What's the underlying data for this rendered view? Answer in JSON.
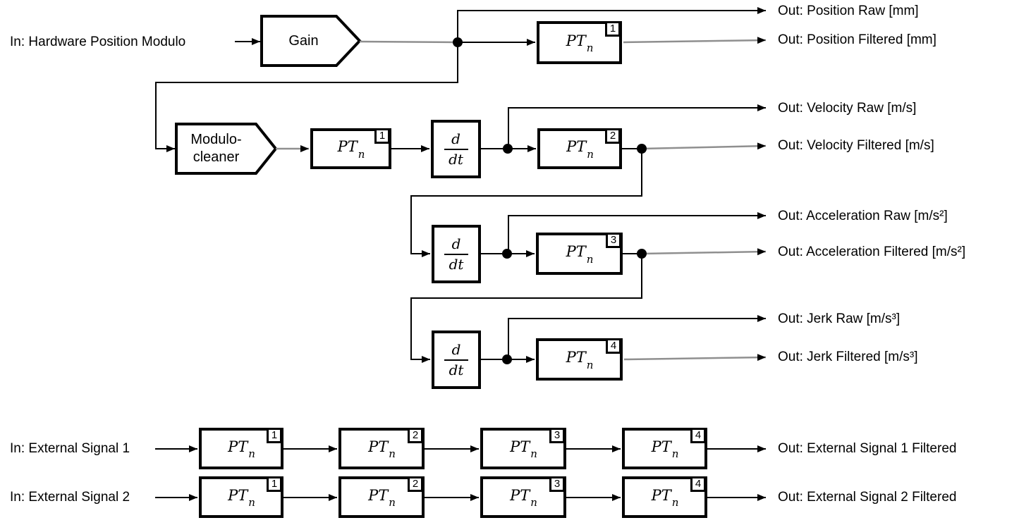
{
  "diagram": {
    "inputs": [
      {
        "label": "In: Hardware Position Modulo"
      },
      {
        "label": "In: External Signal 1"
      },
      {
        "label": "In: External Signal 2"
      }
    ],
    "outputs": [
      "Out: Position Raw [mm]",
      "Out: Position Filtered [mm]",
      "Out: Velocity Raw [m/s]",
      "Out: Velocity Filtered [m/s]",
      "Out: Acceleration Raw [m/s²]",
      "Out: Acceleration Filtered [m/s²]",
      "Out: Jerk Raw [m/s³]",
      "Out: Jerk Filtered [m/s³]",
      "Out: External Signal 1 Filtered",
      "Out: External Signal 2 Filtered"
    ],
    "blocks": {
      "gain_label": "Gain",
      "modulo_line1": "Modulo-",
      "modulo_line2": "cleaner",
      "pt_main": "PT",
      "pt_sub": "n",
      "ddt_num": "d",
      "ddt_den": "dt"
    },
    "badges": {
      "b1": "1",
      "b2": "2",
      "b3": "3",
      "b4": "4"
    },
    "colors": {
      "line": "#000000",
      "connector_gray": "#8f8f8f",
      "block_border": "#000000",
      "background": "#ffffff",
      "text": "#000000"
    }
  }
}
